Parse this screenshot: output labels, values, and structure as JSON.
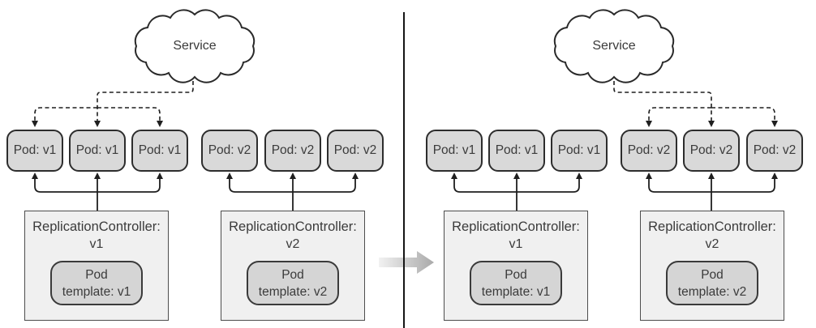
{
  "colors": {
    "pod_fill": "#d9d9d9",
    "controller_fill": "#f0f0f0",
    "template_fill": "#d5d5d5",
    "line": "#1f1f1f",
    "text": "#3b3b3b",
    "divider": "#161616",
    "transition_arrow_start": "#f2f2f2",
    "transition_arrow_end": "#a9a9a9"
  },
  "left_panel": {
    "service_label": "Service",
    "service_targets": "v1",
    "pods": [
      "Pod: v1",
      "Pod: v1",
      "Pod: v1",
      "Pod: v2",
      "Pod: v2",
      "Pod: v2"
    ],
    "controllers": [
      {
        "name": "ReplicationController:",
        "version": "v1",
        "template_line1": "Pod",
        "template_line2": "template: v1"
      },
      {
        "name": "ReplicationController:",
        "version": "v2",
        "template_line1": "Pod",
        "template_line2": "template: v2"
      }
    ]
  },
  "right_panel": {
    "service_label": "Service",
    "service_targets": "v2",
    "pods": [
      "Pod: v1",
      "Pod: v1",
      "Pod: v1",
      "Pod: v2",
      "Pod: v2",
      "Pod: v2"
    ],
    "controllers": [
      {
        "name": "ReplicationController:",
        "version": "v1",
        "template_line1": "Pod",
        "template_line2": "template: v1"
      },
      {
        "name": "ReplicationController:",
        "version": "v2",
        "template_line1": "Pod",
        "template_line2": "template: v2"
      }
    ]
  }
}
